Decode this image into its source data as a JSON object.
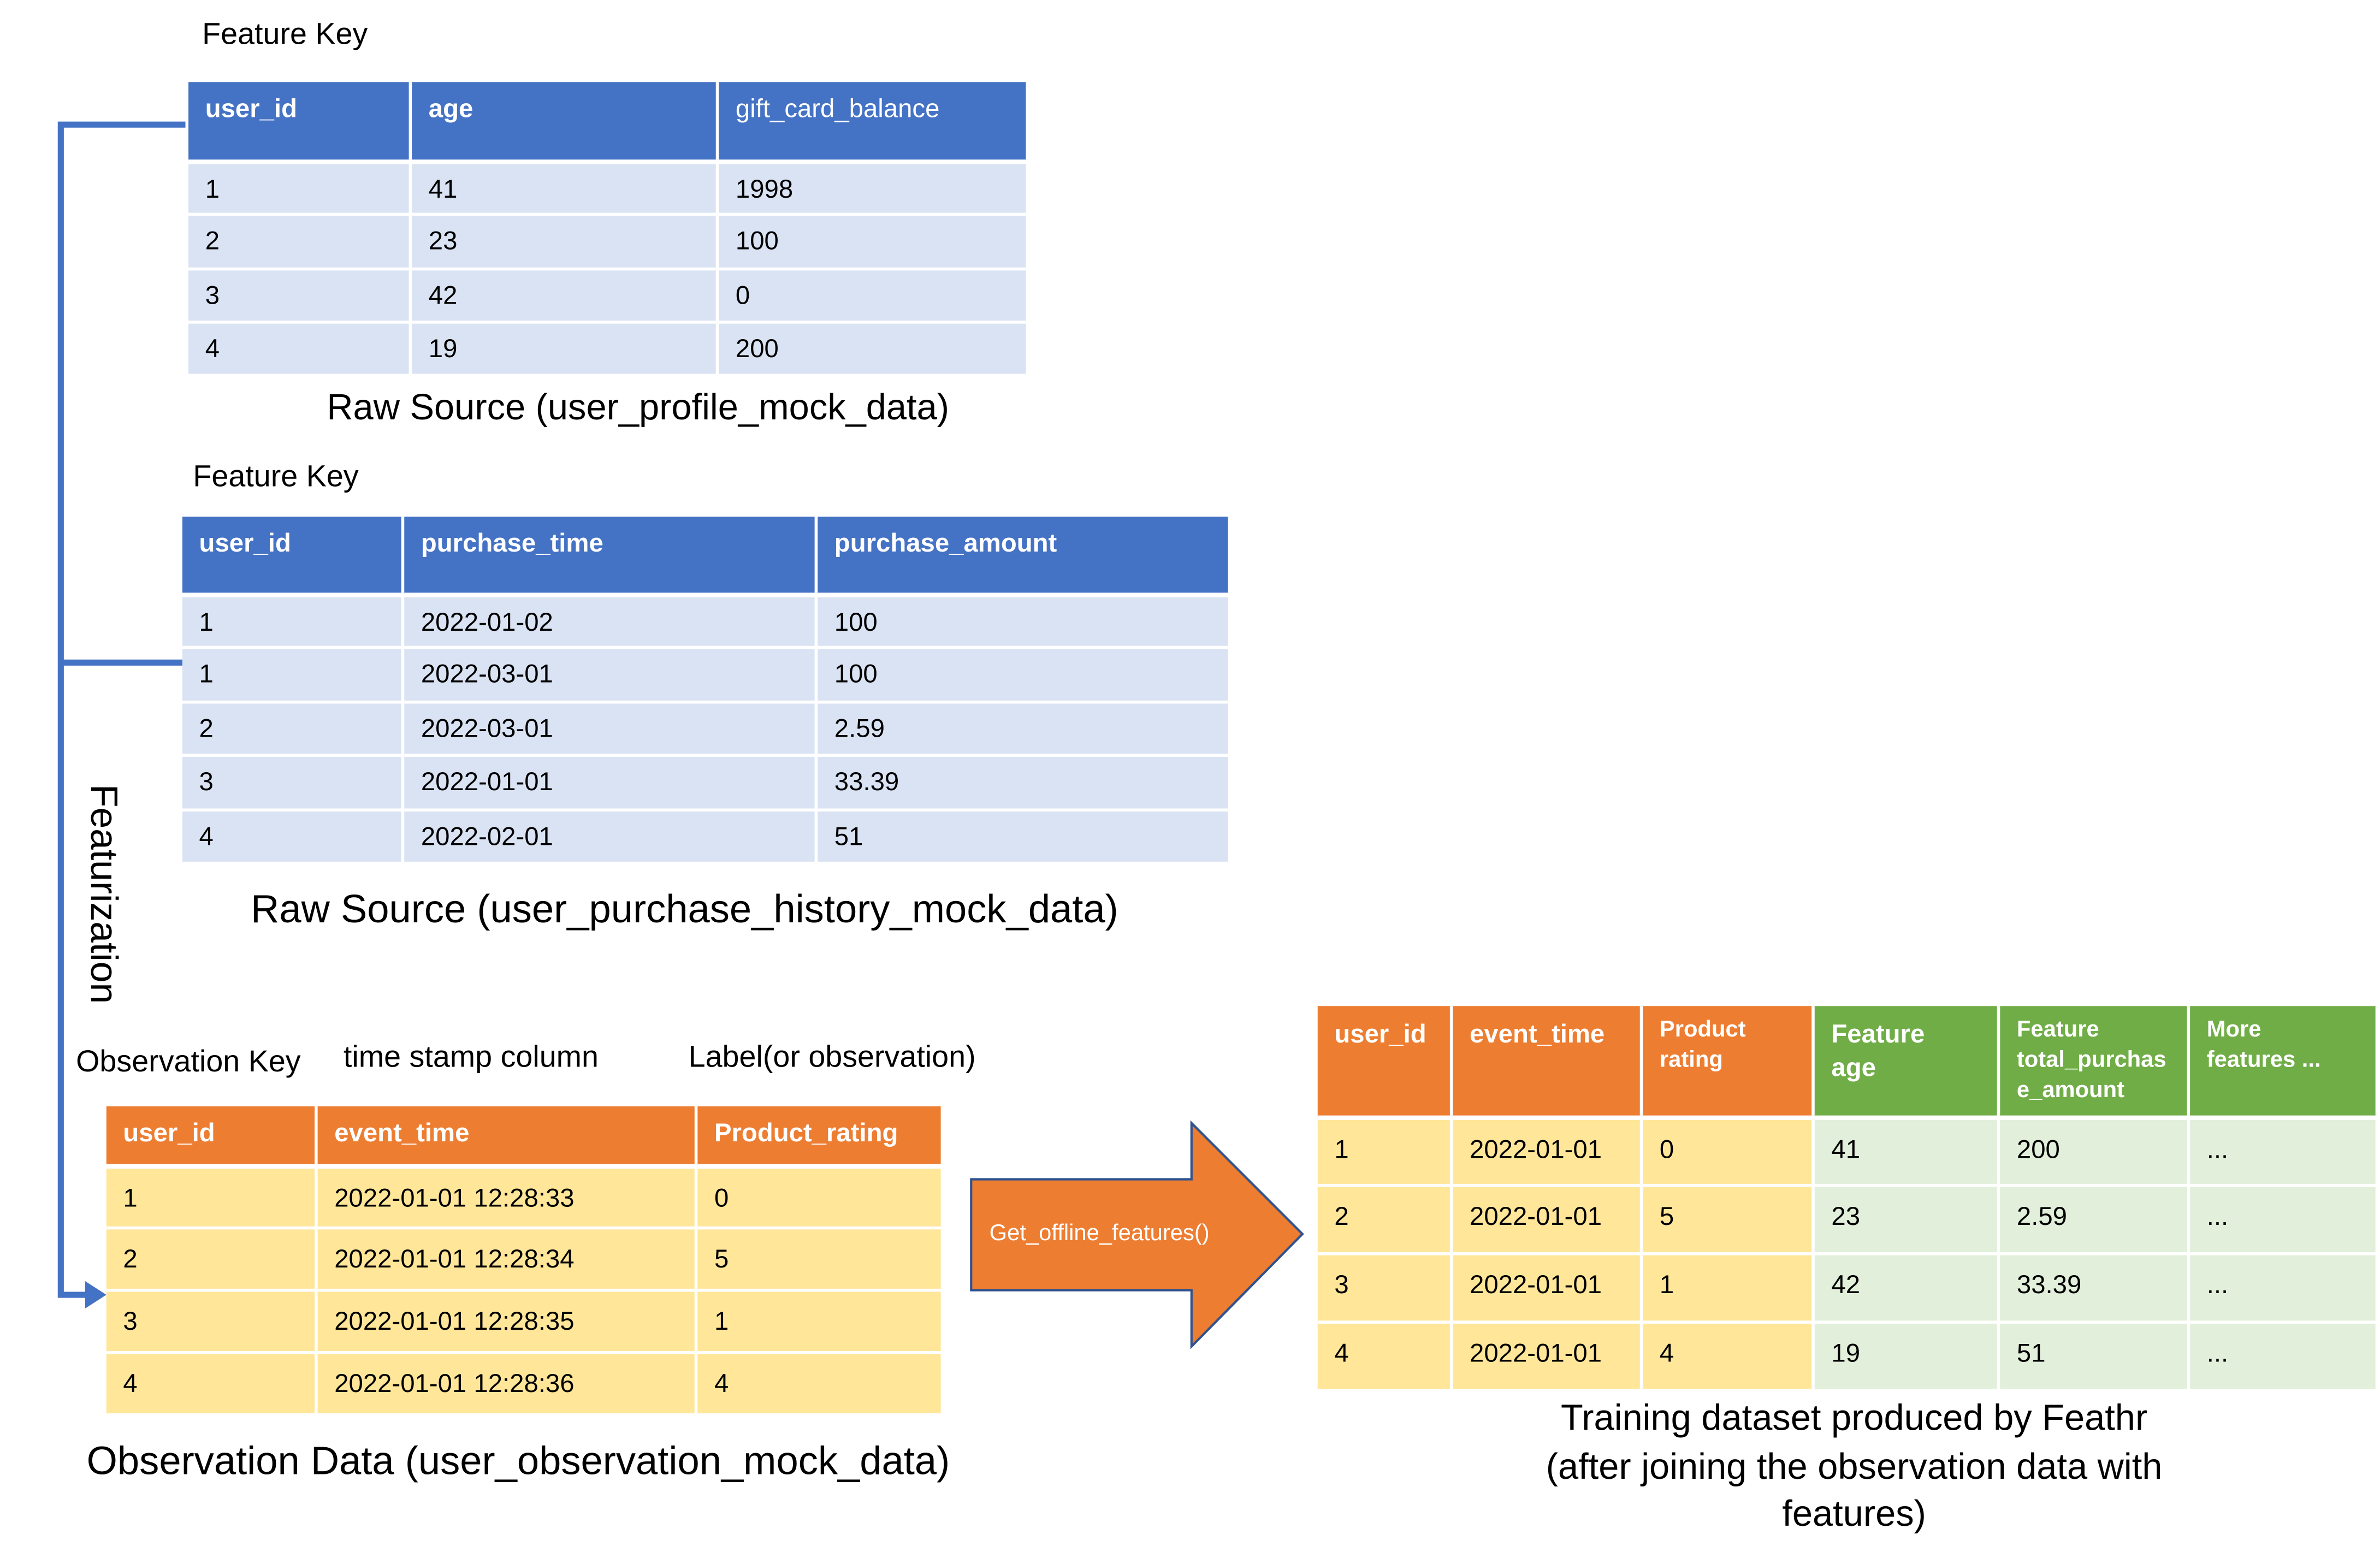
{
  "colors": {
    "blue_header": "#4472c4",
    "blue_row": "#dae3f3",
    "orange_header": "#ed7d31",
    "yellow_row": "#ffe699",
    "green_header": "#70ad47",
    "green_row": "#e2efda",
    "connector": "#4472c4"
  },
  "profile": {
    "key_label": "Feature Key",
    "headers": [
      "user_id",
      "age",
      "gift_card_balance"
    ],
    "rows": [
      [
        "1",
        "41",
        "1998"
      ],
      [
        "2",
        "23",
        "100"
      ],
      [
        "3",
        "42",
        "0"
      ],
      [
        "4",
        "19",
        "200"
      ]
    ],
    "caption": "Raw Source (user_profile_mock_data)"
  },
  "purchase": {
    "key_label": "Feature Key",
    "headers": [
      "user_id",
      "purchase_time",
      "purchase_amount"
    ],
    "rows": [
      [
        "1",
        "2022-01-02",
        "100"
      ],
      [
        "1",
        "2022-03-01",
        "100"
      ],
      [
        "2",
        "2022-03-01",
        "2.59"
      ],
      [
        "3",
        "2022-01-01",
        "33.39"
      ],
      [
        "4",
        "2022-02-01",
        "51"
      ]
    ],
    "caption": "Raw Source (user_purchase_history_mock_data)"
  },
  "featurization_label": "Featurization",
  "observation": {
    "key_label": "Observation Key",
    "timestamp_label": "time stamp column",
    "label_label": "Label(or observation)",
    "headers": [
      "user_id",
      "event_time",
      "Product_rating"
    ],
    "rows": [
      [
        "1",
        "2022-01-01 12:28:33",
        "0"
      ],
      [
        "2",
        "2022-01-01 12:28:34",
        "5"
      ],
      [
        "3",
        "2022-01-01 12:28:35",
        "1"
      ],
      [
        "4",
        "2022-01-01 12:28:36",
        "4"
      ]
    ],
    "caption": "Observation Data (user_observation_mock_data)"
  },
  "arrow": {
    "label": "Get_offline_features()",
    "icon": "right-arrow-icon"
  },
  "training": {
    "headers": [
      [
        "user_id"
      ],
      [
        "event_time"
      ],
      [
        "Product",
        "rating"
      ],
      [
        "Feature",
        "age"
      ],
      [
        "Feature",
        "total_purchas",
        "e_amount"
      ],
      [
        "More",
        "features ..."
      ]
    ],
    "rows": [
      [
        "1",
        "2022-01-01",
        "0",
        "41",
        "200",
        "..."
      ],
      [
        "2",
        "2022-01-01",
        "5",
        "23",
        "2.59",
        "..."
      ],
      [
        "3",
        "2022-01-01",
        "1",
        "42",
        "33.39",
        "..."
      ],
      [
        "4",
        "2022-01-01",
        "4",
        "19",
        "51",
        "..."
      ]
    ],
    "caption_lines": [
      "Training dataset produced by Feathr",
      "(after joining the observation data with",
      "features)"
    ]
  }
}
